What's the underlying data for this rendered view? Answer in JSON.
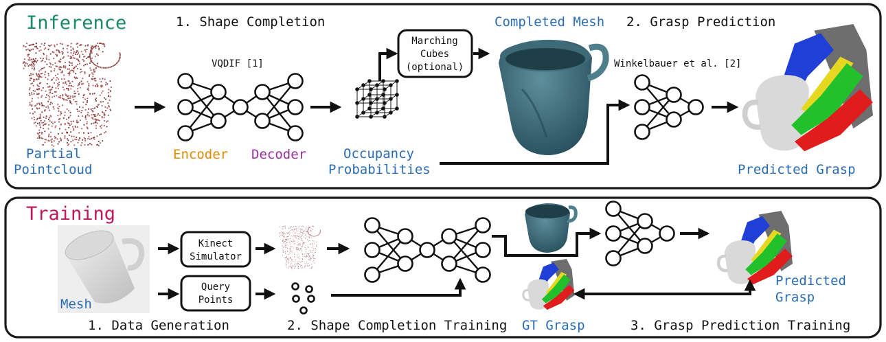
{
  "inference": {
    "title": "Inference",
    "step1": "1. Shape Completion",
    "step2": "2. Grasp Prediction",
    "model1": "VQDIF [1]",
    "model2": "Winkelbauer et al. [2]",
    "marching": [
      "Marching",
      "Cubes",
      "(optional)"
    ],
    "completed_mesh": "Completed Mesh",
    "partial": [
      "Partial",
      "Pointcloud"
    ],
    "encoder": "Encoder",
    "decoder": "Decoder",
    "occupancy": [
      "Occupancy",
      "Probabilities"
    ],
    "predicted_grasp": "Predicted Grasp"
  },
  "training": {
    "title": "Training",
    "mesh": "Mesh",
    "kinect": [
      "Kinect",
      "Simulator"
    ],
    "query": [
      "Query",
      "Points"
    ],
    "step1": "1. Data Generation",
    "step2": "2. Shape Completion Training",
    "gt_grasp": "GT Grasp",
    "step3": "3. Grasp Prediction Training",
    "predicted_grasp": [
      "Predicted",
      "Grasp"
    ]
  },
  "colors": {
    "inference_title": "#1a8a6a",
    "training_title": "#c2185b",
    "blue_label": "#2a6db5",
    "encoder": "#e08a00",
    "decoder": "#9b2fa0"
  }
}
